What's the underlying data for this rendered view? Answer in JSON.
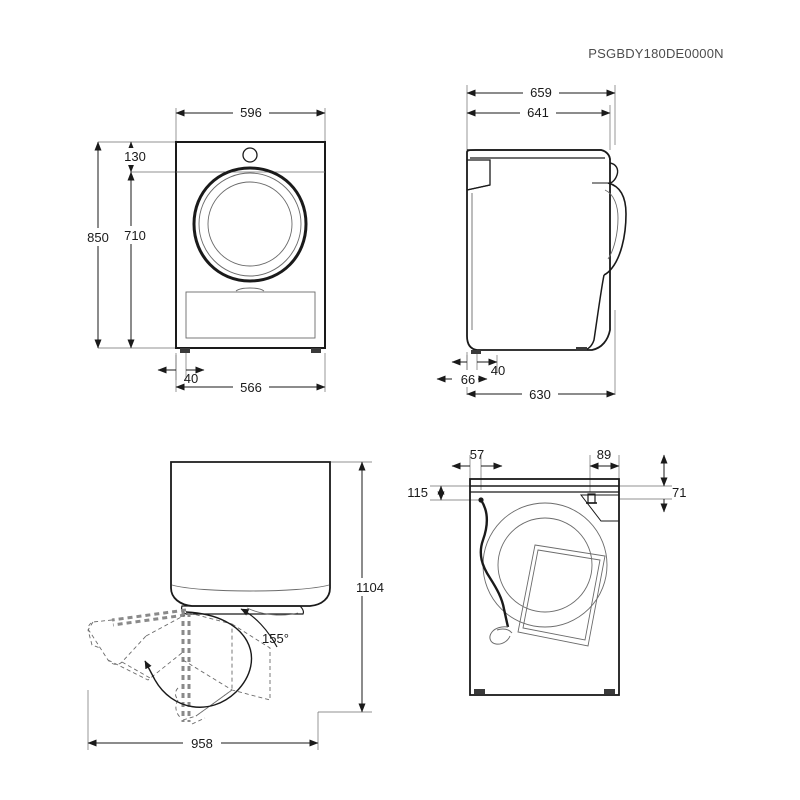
{
  "sheet": {
    "drawing_code": "PSGBDY180DE0000N",
    "line_color": "#1a1a1a",
    "thin_line_color": "#5a5a5a",
    "dimension_color": "#1a1a1a",
    "background": "#ffffff"
  },
  "views": {
    "front": {
      "name": "front-view",
      "dimensions": {
        "width_total": "596",
        "panel_height": "130",
        "door_zone_height": "710",
        "total_height": "850",
        "foot_offset": "40",
        "base_width": "566"
      }
    },
    "side": {
      "name": "side-view",
      "dimensions": {
        "depth_with_handle": "659",
        "depth_body": "641",
        "foot_width": "40",
        "foot_inset": "66",
        "depth_base": "630"
      }
    },
    "top": {
      "name": "top-view-door-swing",
      "dimensions": {
        "door_open_angle": "155°",
        "height_with_door": "1104",
        "width_with_door_open": "958"
      }
    },
    "rear": {
      "name": "rear-view",
      "dimensions": {
        "cord_from_left": "57",
        "vent_width": "89",
        "cord_from_top": "115",
        "vent_from_top": "71"
      }
    }
  }
}
